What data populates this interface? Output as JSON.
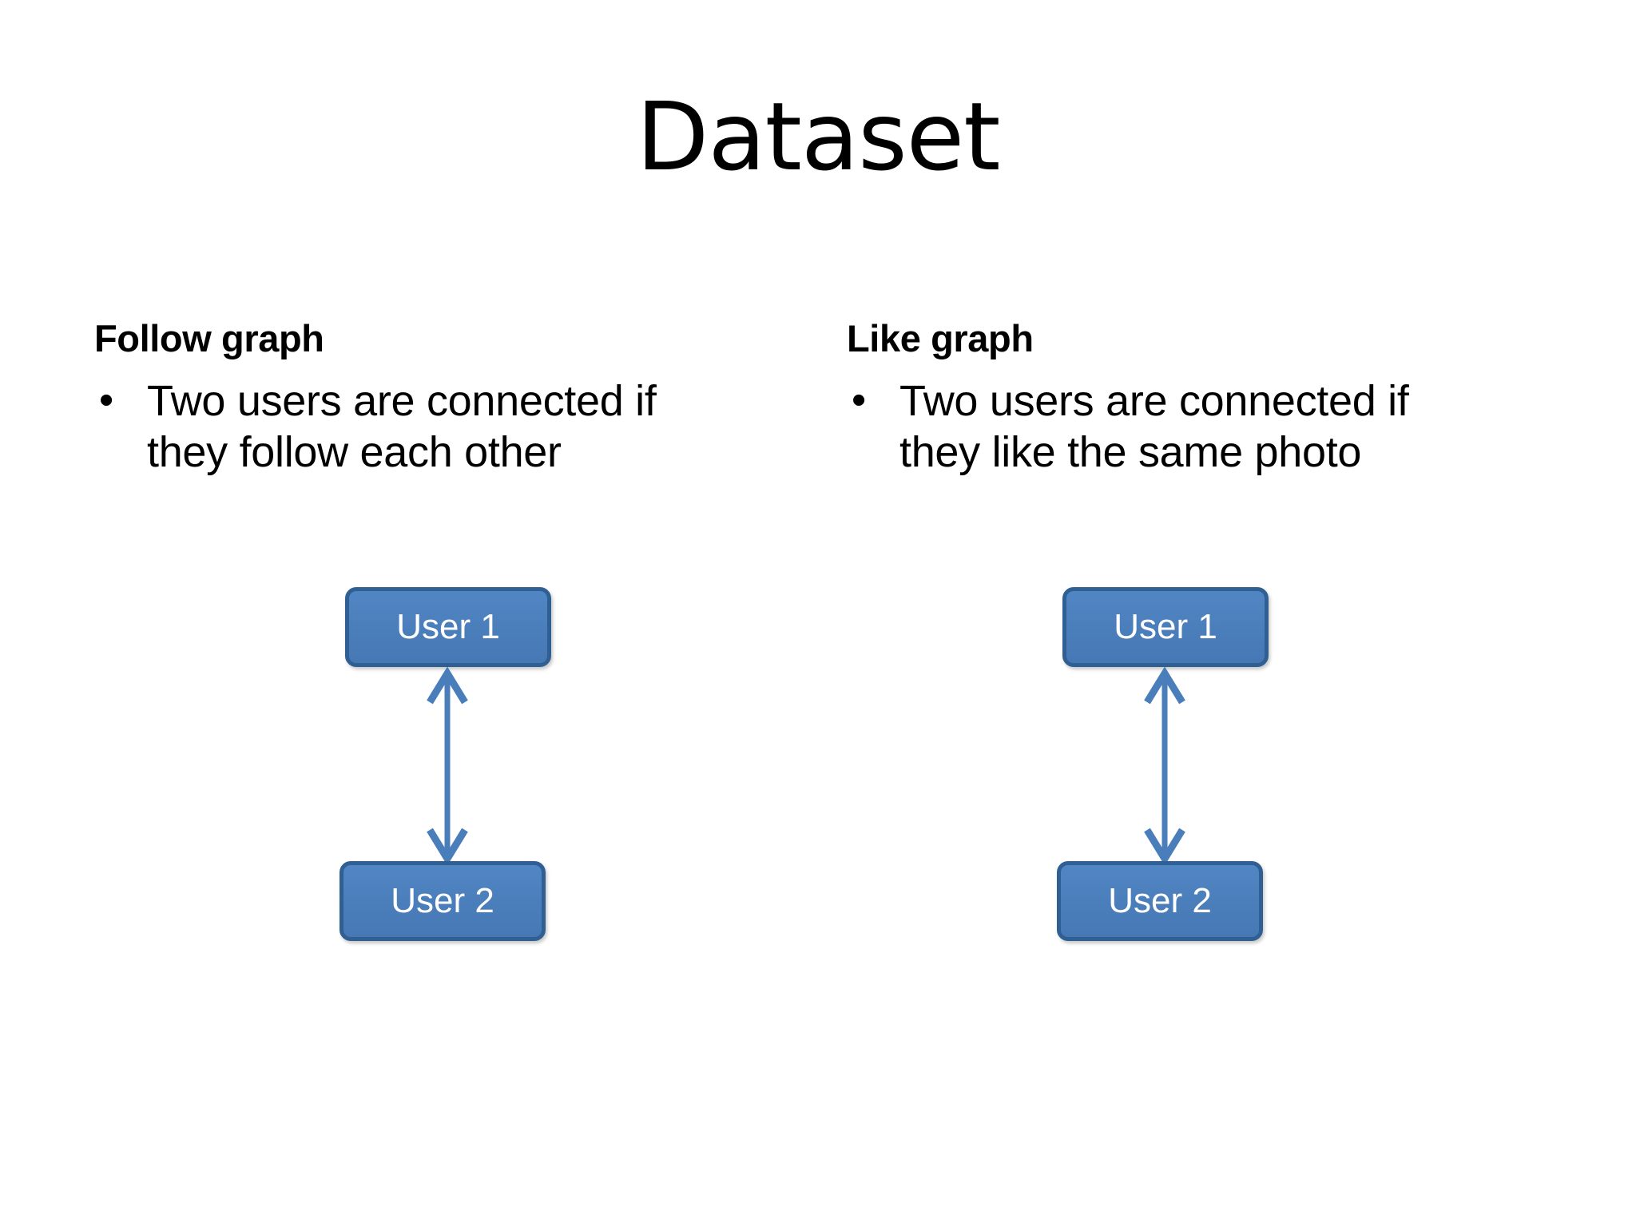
{
  "slide": {
    "title": "Dataset",
    "background_color": "#ffffff",
    "text_color": "#000000"
  },
  "theme": {
    "node_fill": "#4a7ebb",
    "node_border": "#2f5f93",
    "node_text": "#ffffff",
    "arrow_color": "#4a7ebb"
  },
  "columns": [
    {
      "id": "follow",
      "heading": "Follow graph",
      "bullets": [
        {
          "marker": "•",
          "line1": "Two users are connected if",
          "line2": "they follow each other"
        }
      ],
      "diagram": {
        "nodes": [
          {
            "id": "user-1",
            "label": "User 1"
          },
          {
            "id": "user-2",
            "label": "User 2"
          }
        ],
        "edges": [
          {
            "from": "user-1",
            "to": "user-2",
            "style": "double-headed-arrow"
          }
        ]
      }
    },
    {
      "id": "like",
      "heading": "Like graph",
      "bullets": [
        {
          "marker": "•",
          "line1": "Two users are connected if",
          "line2": "they like the same photo"
        }
      ],
      "diagram": {
        "nodes": [
          {
            "id": "user-1",
            "label": "User 1"
          },
          {
            "id": "user-2",
            "label": "User 2"
          }
        ],
        "edges": [
          {
            "from": "user-1",
            "to": "user-2",
            "style": "double-headed-arrow"
          }
        ]
      }
    }
  ]
}
